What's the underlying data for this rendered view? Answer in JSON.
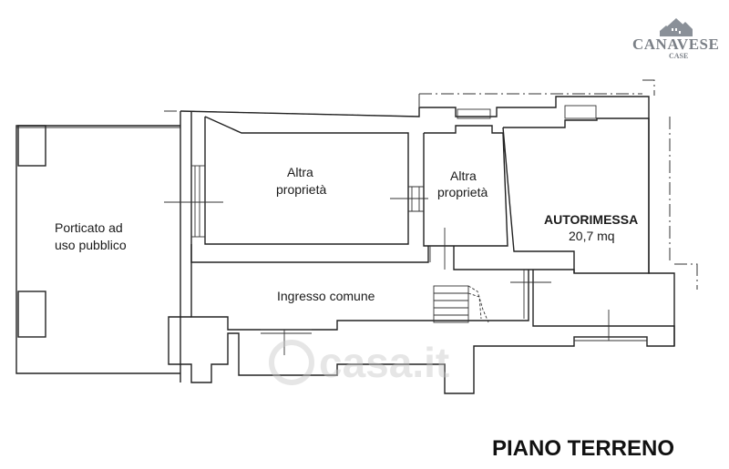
{
  "logo": {
    "name": "CANAVESE",
    "sub": "CASE",
    "color": "#7a7f86"
  },
  "watermark": {
    "text": "casa.it"
  },
  "rooms": {
    "porticato_line1": "Porticato ad",
    "porticato_line2": "uso pubblico",
    "altra1_line1": "Altra",
    "altra1_line2": "proprietà",
    "altra2_line1": "Altra",
    "altra2_line2": "proprietà",
    "autorimessa_name": "AUTORIMESSA",
    "autorimessa_area": "20,7 mq",
    "ingresso": "Ingresso comune"
  },
  "title": "PIANO TERRENO"
}
